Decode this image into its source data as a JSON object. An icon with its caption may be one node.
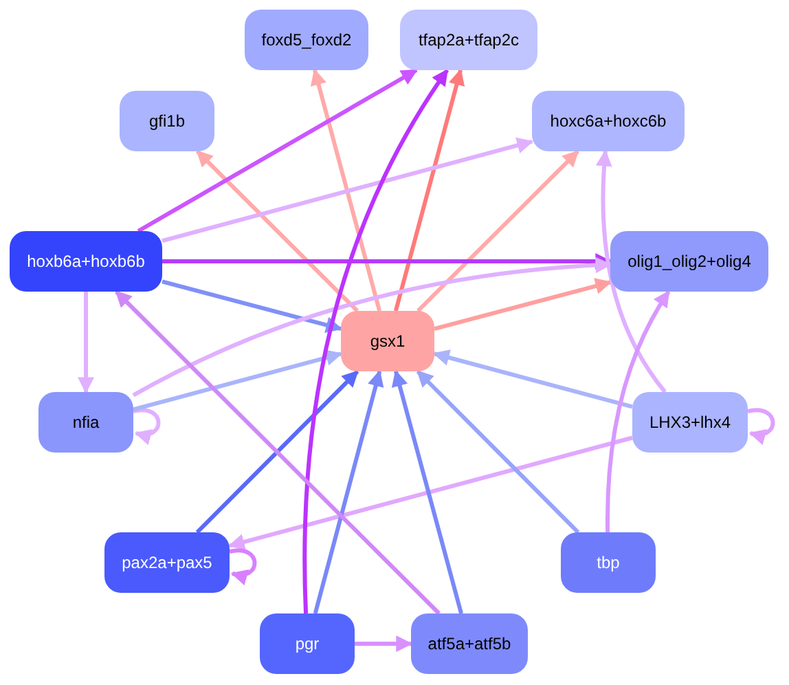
{
  "diagram": {
    "nodes": [
      {
        "text": [
          "foxd5_foxd2"
        ]
      },
      {
        "text": [
          "tfap2a+tfap2c"
        ]
      },
      {
        "text": [
          "gfi1b"
        ]
      },
      {
        "text": [
          "hoxc6a+hoxc6b"
        ]
      },
      {
        "text": [
          "hoxb6a+hoxb6b"
        ]
      },
      {
        "text": [
          "olig1_olig2+olig4"
        ]
      },
      {
        "text": [
          "gsx1"
        ]
      },
      {
        "text": [
          "nfia"
        ]
      },
      {
        "text": [
          "LHX3+lhx4"
        ]
      },
      {
        "text": [
          "pax2a+pax5"
        ]
      },
      {
        "text": [
          "tbp"
        ]
      },
      {
        "text": [
          "pgr"
        ]
      },
      {
        "text": [
          "atf5a+atf5b"
        ]
      }
    ],
    "edges": [
      {
        "from": 6,
        "to": 2,
        "arrow": "to",
        "color": "#ffaaaa"
      },
      {
        "from": 6,
        "to": 0,
        "arrow": "to",
        "color": "#ffaaaa"
      },
      {
        "from": 6,
        "to": 1,
        "arrow": "to",
        "color": "#ff7a7a"
      },
      {
        "from": 6,
        "to": 3,
        "arrow": "to",
        "color": "#ffaaaa"
      },
      {
        "from": 6,
        "to": 5,
        "arrow": "to",
        "color": "#ff9f9f"
      },
      {
        "from": 4,
        "to": 1,
        "arrow": "to",
        "color": "#cc55ff"
      },
      {
        "from": 4,
        "to": 3,
        "arrow": "to",
        "color": "#e0b0ff"
      },
      {
        "from": 4,
        "to": 5,
        "arrow": "to",
        "color": "#b43cf8"
      },
      {
        "from": 4,
        "to": 6,
        "arrow": "to",
        "color": "#8090f8"
      },
      {
        "from": 4,
        "to": 7,
        "arrow": "to",
        "color": "#e0b0ff"
      },
      {
        "from": 7,
        "to": 7,
        "arrow": "to",
        "color": "#e0b0ff"
      },
      {
        "from": 7,
        "to": 5,
        "arrow": "to",
        "color": "#e0b0ff"
      },
      {
        "from": 7,
        "to": 6,
        "arrow": "to",
        "color": "#aab4fb"
      },
      {
        "from": 8,
        "to": 6,
        "arrow": "to",
        "color": "#aab4fb"
      },
      {
        "from": 8,
        "to": 3,
        "arrow": "to",
        "color": "#e0b0ff"
      },
      {
        "from": 8,
        "to": 8,
        "arrow": "to",
        "color": "#e0a0ff"
      },
      {
        "from": 8,
        "to": 9,
        "arrow": "to",
        "color": "#e0a8ff"
      },
      {
        "from": 10,
        "to": 6,
        "arrow": "to",
        "color": "#98a4f8"
      },
      {
        "from": 10,
        "to": 5,
        "arrow": "to",
        "color": "#d898ff"
      },
      {
        "from": 9,
        "to": 6,
        "arrow": "to",
        "color": "#5a6af8"
      },
      {
        "from": 9,
        "to": 9,
        "arrow": "to",
        "color": "#d880ff"
      },
      {
        "from": 11,
        "to": 1,
        "arrow": "to",
        "color": "#bb33ff"
      },
      {
        "from": 11,
        "to": 6,
        "arrow": "to",
        "color": "#7a88f8"
      },
      {
        "from": 11,
        "to": 12,
        "arrow": "to",
        "color": "#d890ff"
      },
      {
        "from": 12,
        "to": 6,
        "arrow": "to",
        "color": "#7a88f8"
      },
      {
        "from": 12,
        "to": 4,
        "arrow": "to",
        "color": "#d088f8"
      }
    ]
  }
}
